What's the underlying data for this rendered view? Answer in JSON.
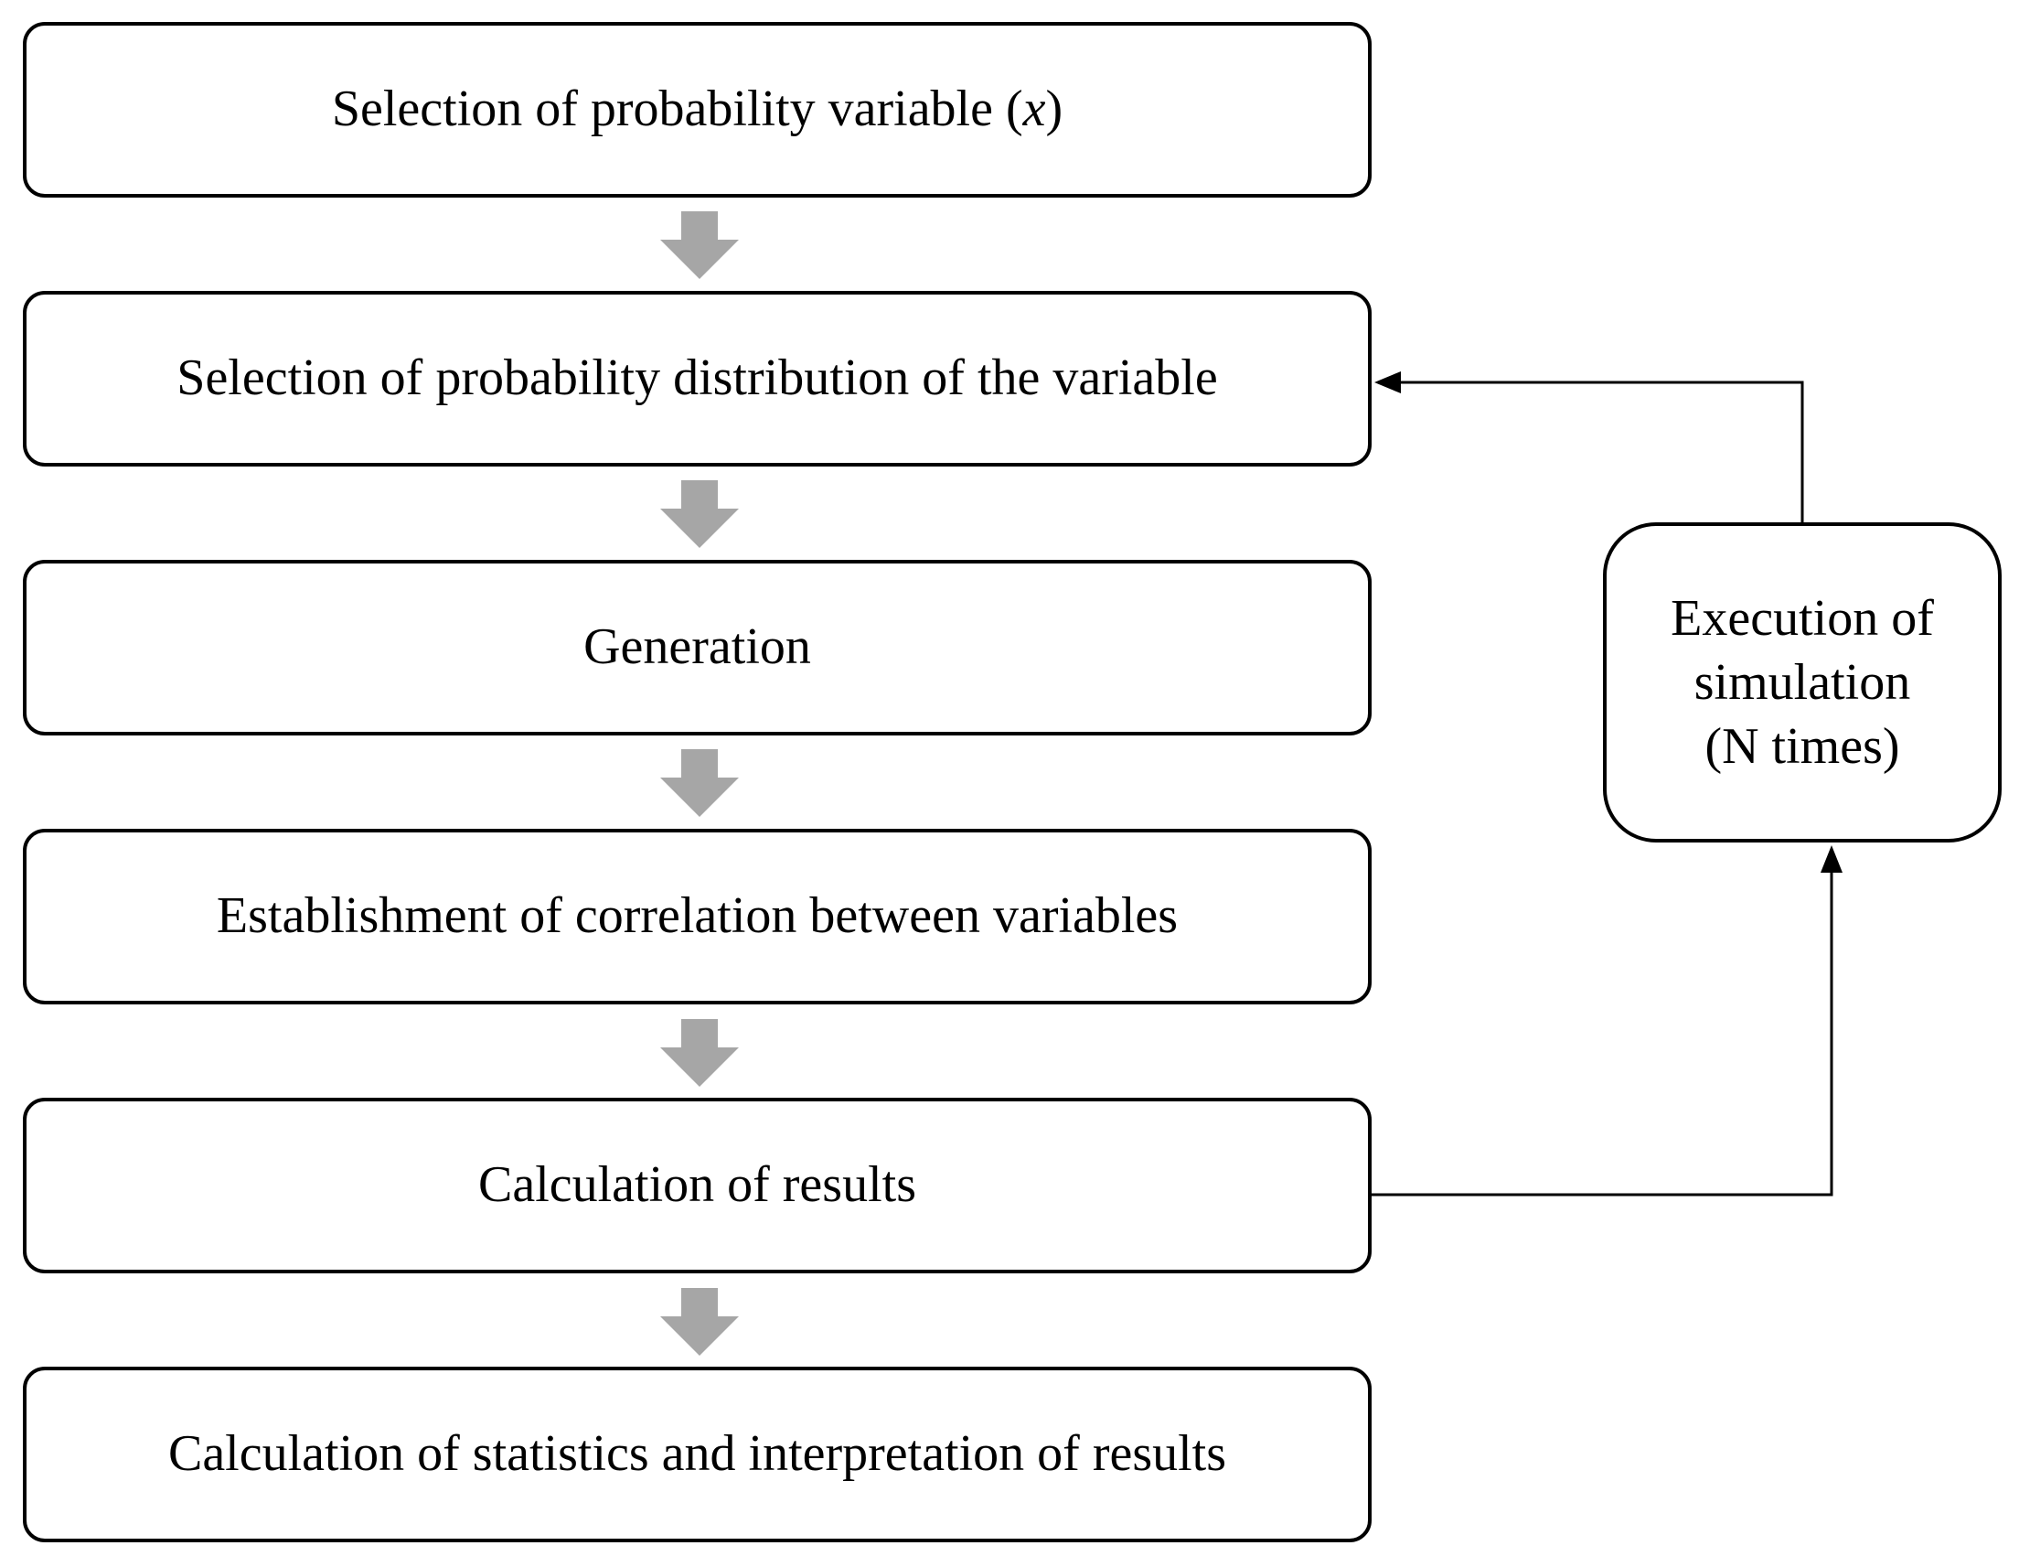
{
  "steps": [
    {
      "id": "step-1",
      "label_before": "Selection of probability variable (",
      "variable": "x",
      "label_after": ")"
    },
    {
      "id": "step-2",
      "label": "Selection of probability distribution of the variable"
    },
    {
      "id": "step-3",
      "label": "Generation"
    },
    {
      "id": "step-4",
      "label": "Establishment of correlation between variables"
    },
    {
      "id": "step-5",
      "label": "Calculation of results"
    },
    {
      "id": "step-6",
      "label": "Calculation of statistics and interpretation of results"
    }
  ],
  "loop": {
    "line_1": "Execution of",
    "line_2": "simulation",
    "line_3": "(N times)"
  },
  "colors": {
    "box_border": "#000000",
    "flow_arrow": "#a6a6a6",
    "feedback_line": "#000000",
    "background": "#ffffff"
  }
}
